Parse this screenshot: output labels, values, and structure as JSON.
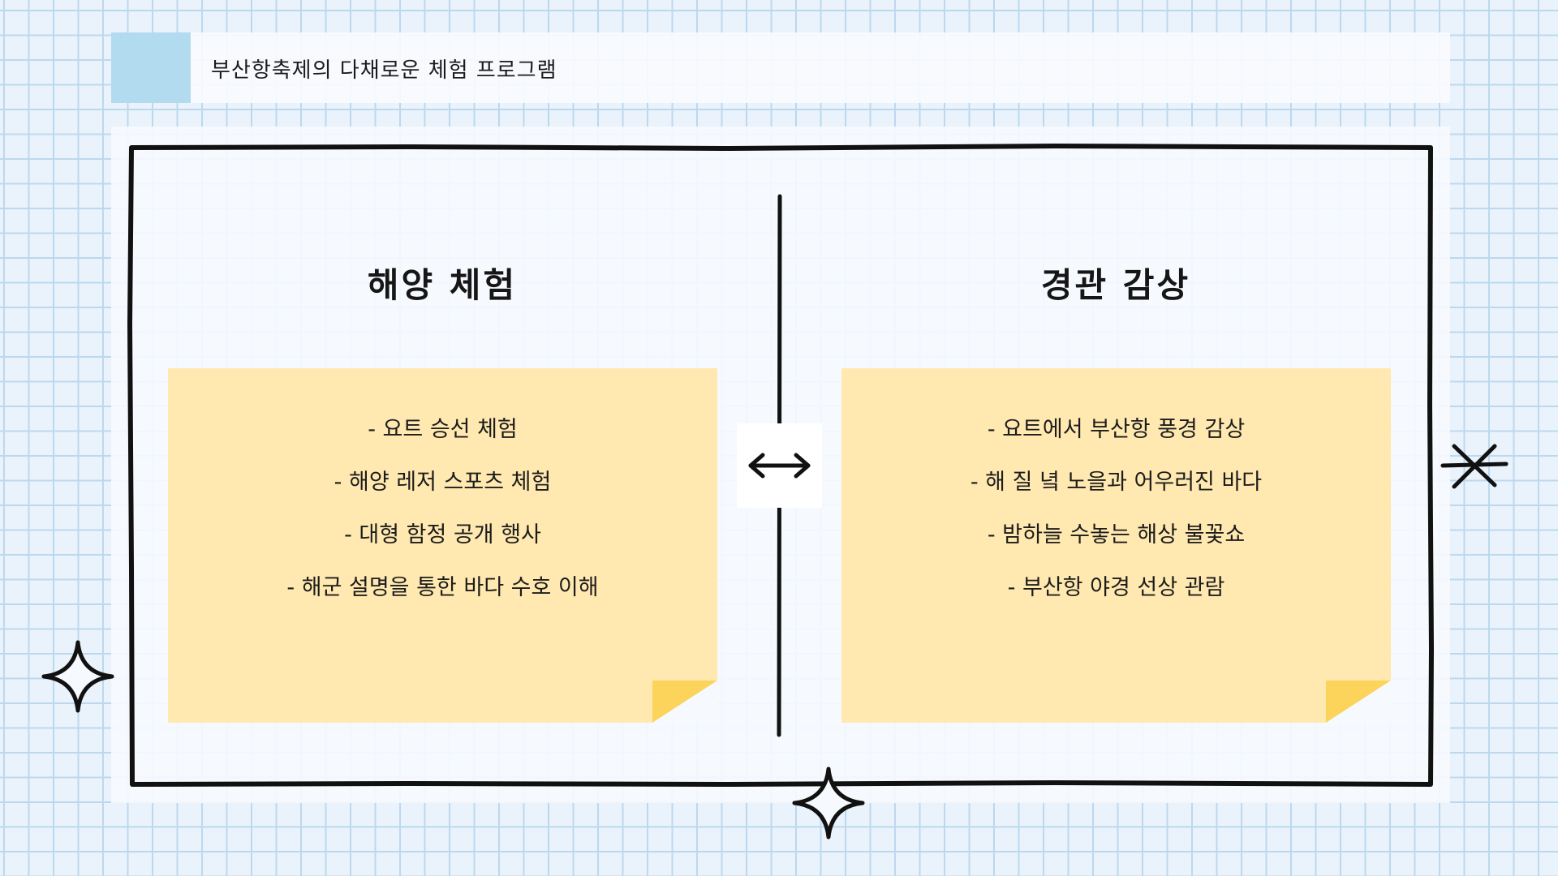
{
  "header": {
    "title": "부산항축제의 다채로운 체험 프로그램"
  },
  "colors": {
    "background": "#eaf3fb",
    "grid_line": "#bcd8ef",
    "header_accent": "#b3dbef",
    "sticky_note": "#ffe9b0",
    "note_fold": "#fcd35b",
    "ink": "#161616"
  },
  "left_section": {
    "title": "해양 체험",
    "items": [
      "- 요트 승선 체험",
      "- 해양 레저 스포츠 체험",
      "- 대형 함정 공개 행사",
      "- 해군 설명을 통한 바다 수호 이해"
    ]
  },
  "right_section": {
    "title": "경관 감상",
    "items": [
      "- 요트에서 부산항 풍경 감상",
      "- 해 질 녘 노을과 어우러진 바다",
      "- 밤하늘 수놓는 해상 불꽃쇼",
      "- 부산항 야경 선상 관람"
    ]
  },
  "icons": {
    "center_arrow": "double-arrow-icon",
    "sparkle": "four-point-star-icon",
    "asterisk": "asterisk-icon"
  }
}
